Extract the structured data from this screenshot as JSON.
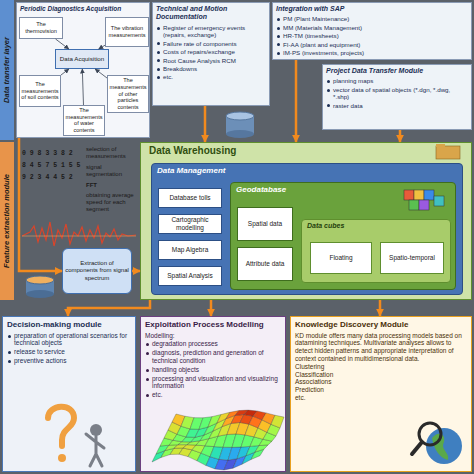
{
  "diagram": {
    "nodes": [
      {
        "text": [
          "Periodic Diagnostics Acquisition"
        ]
      },
      {
        "text": [
          "The vibration measurements"
        ],
        "in": 0
      },
      {
        "text": [
          "The thermovision"
        ],
        "in": 0
      },
      {
        "text": [
          "Data Acquisition"
        ],
        "in": 0
      },
      {
        "text": [
          "The measurements of soil contents"
        ],
        "in": 0
      },
      {
        "text": [
          "The measurements of water contents"
        ],
        "in": 0
      },
      {
        "text": [
          "The measurements of other particles contents"
        ],
        "in": 0
      },
      {
        "text": [
          "Technical and Motion Documentation",
          "Register of emergency events (repairs, exchange)",
          "Failure rate of components",
          "Costs of repairs/exchange",
          "Root Cause Analysis RCM",
          "Breakdowns",
          "etc."
        ]
      },
      {
        "text": [
          "Integration with SAP",
          "PM (Plant Maintenance)",
          "MM (Materials Management)",
          "HR-TM (timesheets)",
          "FI-AA (plant and equipment)",
          "IM-PS (investments, projects)"
        ]
      },
      {
        "text": [
          "Project Data Transfer Module",
          "planning maps",
          "vector data of spatial objects (*.dgn, *.dwg, *.shp)",
          "raster data"
        ]
      },
      {
        "text": [
          "Extraction of components from signal spectrum"
        ]
      },
      {
        "text": [
          "Data Warehousing"
        ]
      },
      {
        "text": [
          "Data Management"
        ],
        "in": 11
      },
      {
        "text": [
          "Database tolls"
        ],
        "in": 12
      },
      {
        "text": [
          "Cartographic modelling"
        ],
        "in": 12
      },
      {
        "text": [
          "Map Algebra"
        ],
        "in": 12
      },
      {
        "text": [
          "Spatial Analysis"
        ],
        "in": 12
      },
      {
        "text": [
          "Geodatabase"
        ],
        "in": 12
      },
      {
        "text": [
          "Spatial data"
        ],
        "in": 17
      },
      {
        "text": [
          "Attribute data"
        ],
        "in": 17
      },
      {
        "text": [
          "Data cubes"
        ],
        "in": 17
      },
      {
        "text": [
          "Floating"
        ],
        "in": 20
      },
      {
        "text": [
          "Spatio-temporal"
        ],
        "in": 20
      },
      {
        "text": [
          "Decision-making module",
          "preparation of operational scenarios for technical objects",
          "release to service",
          "preventive actions"
        ]
      },
      {
        "text": [
          "Exploitation Process Modelling",
          "Modelling:",
          "degradation processes",
          "diagnosis, prediction and generation of technical condition",
          "handling objects",
          "processing and visualization and visualizing information",
          "etc."
        ]
      },
      {
        "text": [
          "Knowledge Discovery Module",
          "KD module offers many data processing models based on datamining techniques. Multivariate analyses allows to detect hidden patterns and appropriate interpretation of context contained in multidimensional data.",
          "Clustering",
          "Classification",
          "Associations",
          "Prediction",
          "etc."
        ]
      }
    ],
    "edges": [
      {
        "from": 2,
        "to": 3,
        "arrow": "to"
      },
      {
        "from": 1,
        "to": 3,
        "arrow": "to"
      },
      {
        "from": 4,
        "to": 3,
        "arrow": "to"
      },
      {
        "from": 5,
        "to": 3,
        "arrow": "to"
      },
      {
        "from": 6,
        "to": 3,
        "arrow": "to"
      },
      {
        "from": 0,
        "to": 10,
        "arrow": "to"
      },
      {
        "from": 10,
        "to": 11,
        "arrow": "to"
      },
      {
        "from": 7,
        "to": 11,
        "arrow": "to"
      },
      {
        "from": 8,
        "to": 11,
        "arrow": "to"
      },
      {
        "from": 9,
        "to": 11,
        "arrow": "to"
      },
      {
        "from": 11,
        "to": 23,
        "arrow": "to"
      },
      {
        "from": 11,
        "to": 24,
        "arrow": "to"
      },
      {
        "from": 11,
        "to": 25,
        "arrow": "to"
      }
    ],
    "labels": [
      "Data transfer layer",
      "Feature extraction module",
      "0 9 8 3 3 8 2",
      "8 4 5 7 5 1 5 5",
      "9 2 3 4 4 5 2",
      "selection of measurements",
      "signal segmentation",
      "FFT",
      "obtaining average speed for each segment"
    ]
  }
}
